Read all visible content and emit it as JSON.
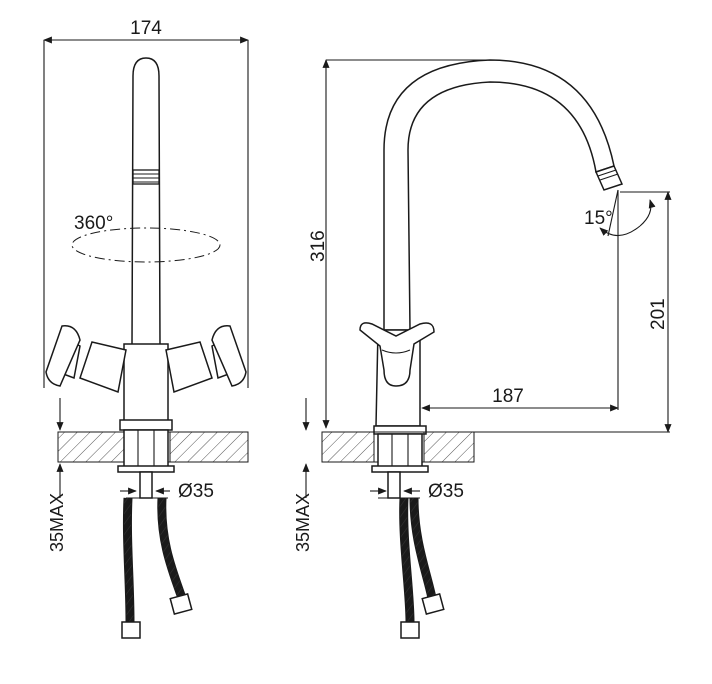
{
  "front_view": {
    "width_label": "174",
    "rotation_label": "360°",
    "hole_label": "Ø35",
    "max_thickness_label": "35MAX"
  },
  "side_view": {
    "height_label": "316",
    "spout_height_label": "201",
    "reach_label": "187",
    "tilt_label": "15°",
    "hole_label": "Ø35",
    "max_thickness_label": "35MAX"
  }
}
